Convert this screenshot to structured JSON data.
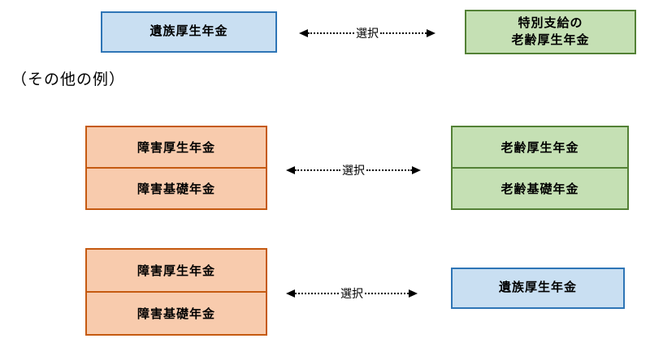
{
  "colors": {
    "background": "#ffffff",
    "blue_fill": "#C9DFF2",
    "blue_border": "#2E75B6",
    "green_fill": "#C5E0B4",
    "green_border": "#538135",
    "orange_fill": "#F8CBAD",
    "orange_border": "#C55A11",
    "arrow_color": "#000000"
  },
  "section_label": "（その他の例）",
  "diagram": {
    "row1": {
      "left_box": {
        "label": "遺族厚生年金"
      },
      "arrow_label": "選択",
      "right_box": {
        "line1": "特別支給の",
        "line2": "老齢厚生年金"
      }
    },
    "row2": {
      "left_stack": {
        "top": "障害厚生年金",
        "bottom": "障害基礎年金"
      },
      "arrow_label": "選択",
      "right_stack": {
        "top": "老齢厚生年金",
        "bottom": "老齢基礎年金"
      }
    },
    "row3": {
      "left_stack": {
        "top": "障害厚生年金",
        "bottom": "障害基礎年金"
      },
      "arrow_label": "選択",
      "right_box": {
        "label": "遺族厚生年金"
      }
    }
  }
}
